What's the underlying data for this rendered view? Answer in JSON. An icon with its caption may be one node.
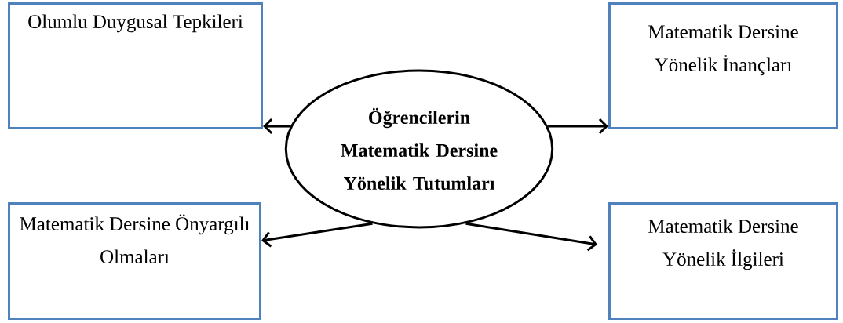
{
  "diagram": {
    "nodes": [
      {
        "text": [
          "Olumlu Duygusal Tepkileri"
        ]
      },
      {
        "text": [
          "Matematik Dersine Yönelik İnançları"
        ]
      },
      {
        "text": [
          "Öğrencilerin Matematik Dersine Yönelik Tutumları"
        ]
      },
      {
        "text": [
          "Matematik Dersine Önyargılı Olmaları"
        ]
      },
      {
        "text": [
          "Matematik Dersine Yönelik İlgileri"
        ]
      }
    ],
    "edges": [
      {
        "from": 2,
        "to": 0,
        "arrow": "to"
      },
      {
        "from": 2,
        "to": 1,
        "arrow": "to"
      },
      {
        "from": 2,
        "to": 3,
        "arrow": "to"
      },
      {
        "from": 2,
        "to": 4,
        "arrow": "to"
      }
    ]
  }
}
